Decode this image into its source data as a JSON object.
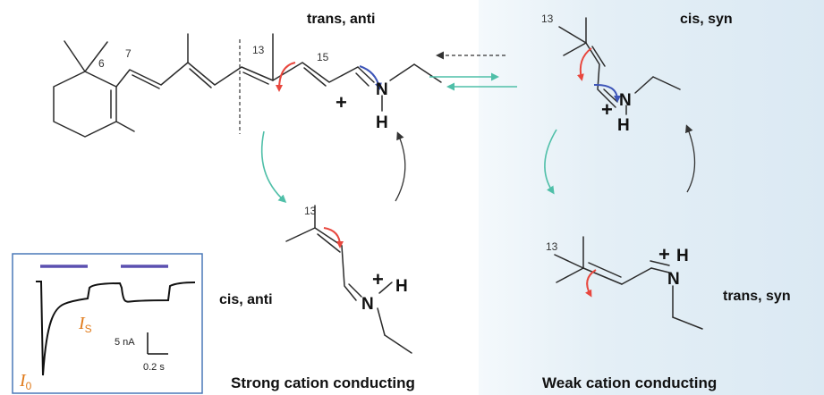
{
  "states": {
    "trans_anti": "trans, anti",
    "cis_syn": "cis, syn",
    "cis_anti": "cis, anti",
    "trans_syn": "trans, syn"
  },
  "captions": {
    "strong": "Strong cation conducting",
    "weak": "Weak cation conducting"
  },
  "carbon_numbers": {
    "c6": "6",
    "c7": "7",
    "c13": "13",
    "c15": "15"
  },
  "atoms": {
    "nitrogen": "N",
    "hydrogen": "H",
    "charge": "+"
  },
  "inset": {
    "scale_current": "5 nA",
    "scale_time": "0.2 s",
    "i0_main": "I",
    "i0_sub": "0",
    "is_main": "I",
    "is_sub": "S"
  },
  "colors": {
    "panel_border": "#4a78b8",
    "weak_bg": "#e2eef6",
    "arrow_red": "#e8473e",
    "arrow_blue": "#3d55b8",
    "arrow_teal": "#4fbfa8",
    "arrow_dark": "#333333",
    "light_bar": "#5b50b0",
    "current_label": "#e07a1a"
  }
}
